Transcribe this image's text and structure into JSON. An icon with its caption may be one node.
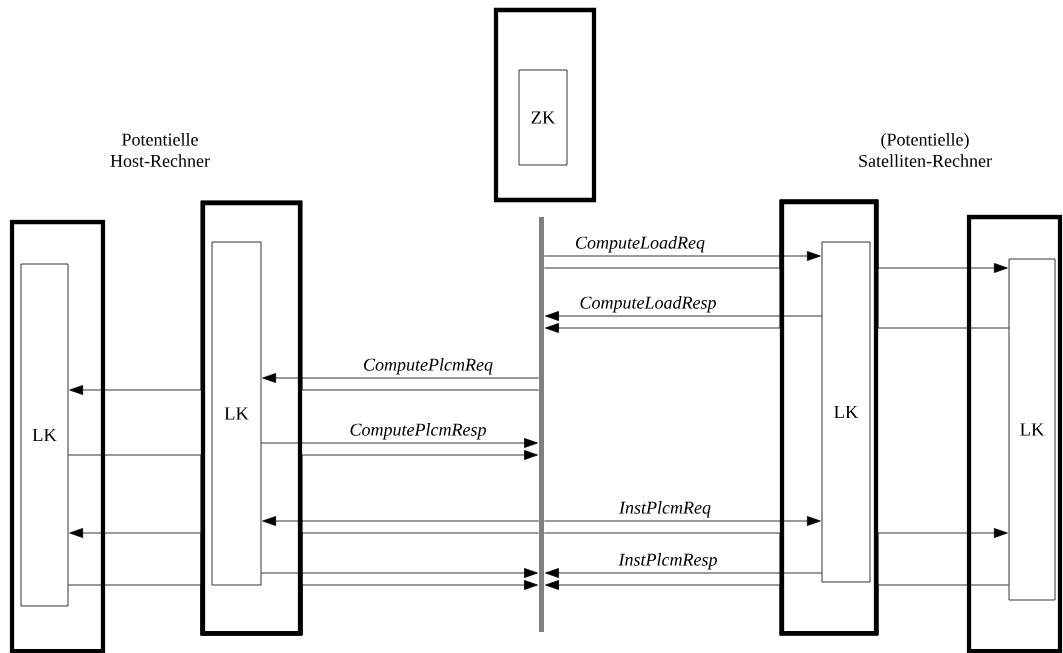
{
  "diagram": {
    "nodes": [
      {
        "text": [],
        "shape": "box"
      },
      {
        "text": [
          "LK"
        ],
        "in": 0
      },
      {
        "text": [],
        "shape": "box"
      },
      {
        "text": [
          "LK"
        ],
        "in": 2
      },
      {
        "text": [],
        "shape": "box"
      },
      {
        "text": [
          "ZK"
        ],
        "in": 4
      },
      {
        "text": [],
        "shape": "bar"
      },
      {
        "text": [],
        "shape": "box"
      },
      {
        "text": [
          "LK"
        ],
        "in": 7
      },
      {
        "text": [],
        "shape": "box"
      },
      {
        "text": [
          "LK"
        ],
        "in": 9
      }
    ],
    "edges": [
      {
        "from": 6,
        "to": 8,
        "arrow": "to",
        "label": "ComputeLoadReq"
      },
      {
        "from": 6,
        "to": 10,
        "arrow": "to"
      },
      {
        "from": 8,
        "to": 6,
        "arrow": "to",
        "label": "ComputeLoadResp"
      },
      {
        "from": 10,
        "to": 6,
        "arrow": "to"
      },
      {
        "from": 6,
        "to": 3,
        "arrow": "to",
        "label": "ComputePlcmReq"
      },
      {
        "from": 6,
        "to": 1,
        "arrow": "to"
      },
      {
        "from": 3,
        "to": 6,
        "arrow": "to",
        "label": "ComputePlcmResp"
      },
      {
        "from": 1,
        "to": 6,
        "arrow": "to"
      },
      {
        "from": 6,
        "to": 3,
        "arrow": "to"
      },
      {
        "from": 6,
        "to": 8,
        "arrow": "to",
        "label": "InstPlcmReq"
      },
      {
        "from": 6,
        "to": 1,
        "arrow": "to"
      },
      {
        "from": 6,
        "to": 10,
        "arrow": "to"
      },
      {
        "from": 3,
        "to": 6,
        "arrow": "to"
      },
      {
        "from": 8,
        "to": 6,
        "arrow": "to",
        "label": "InstPlcmResp"
      },
      {
        "from": 1,
        "to": 6,
        "arrow": "to"
      },
      {
        "from": 10,
        "to": 6,
        "arrow": "to"
      }
    ],
    "labels": [
      "Potentielle Host-Rechner",
      "(Potentielle) Satelliten-Rechner"
    ]
  }
}
